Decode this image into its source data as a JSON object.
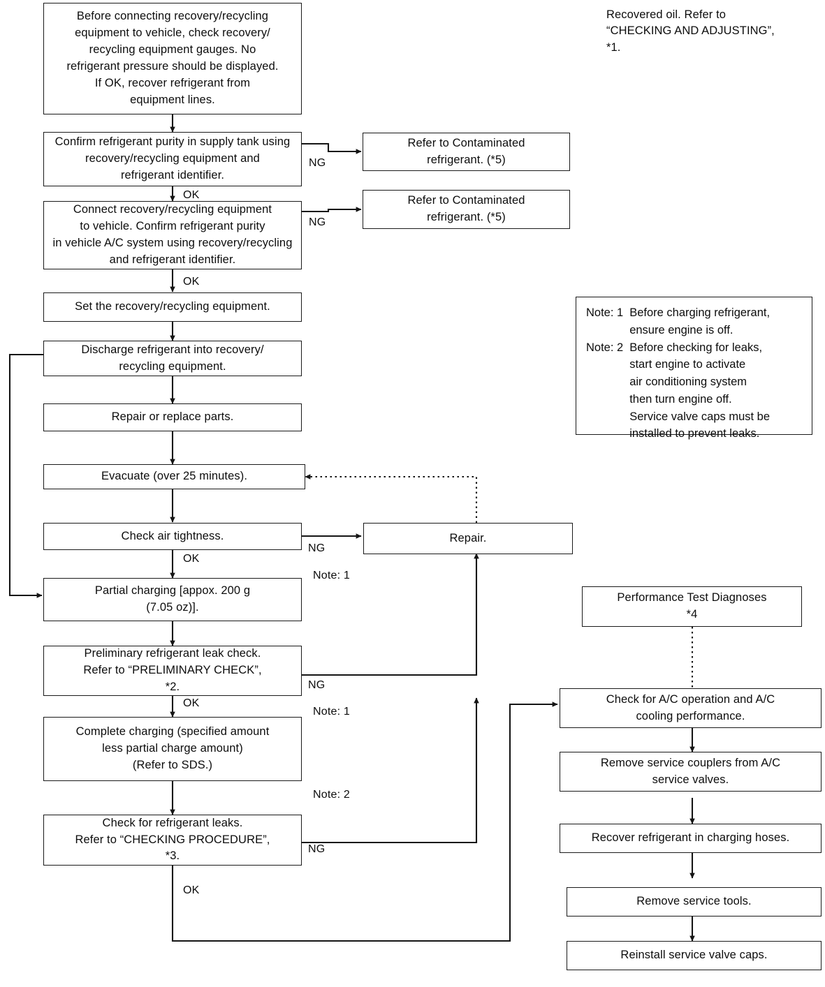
{
  "diagram": {
    "title": "A/C refrigerant recovery, evacuating and charging flow chart",
    "nodes": {
      "start_check": "Before connecting recovery/recycling\nequipment to vehicle, check recovery/\nrecycling equipment gauges. No\nrefrigerant pressure should be displayed.\nIf OK, recover refrigerant from\nequipment lines.",
      "confirm_purity_tank": "Confirm refrigerant purity in supply tank using\nrecovery/recycling equipment and\nrefrigerant identifier.",
      "contaminated_1": "Refer to Contaminated\nrefrigerant. (*5)",
      "connect_confirm_vehicle": "Connect recovery/recycling equipment\nto vehicle. Confirm refrigerant purity\nin vehicle A/C system using recovery/recycling\nand refrigerant identifier.",
      "contaminated_2": "Refer to Contaminated\nrefrigerant. (*5)",
      "set_equipment": "Set the recovery/recycling equipment.",
      "discharge": "Discharge refrigerant into recovery/\nrecycling equipment.",
      "repair_replace": "Repair or replace parts.",
      "evacuate": "Evacuate (over 25 minutes).",
      "check_air_tightness": "Check air tightness.",
      "repair": "Repair.",
      "partial_charging": "Partial charging [appox. 200 g\n(7.05 oz)].",
      "preliminary_leak_check": "Preliminary refrigerant leak check.\nRefer to “PRELIMINARY CHECK”,\n*2.",
      "complete_charging": "Complete charging (specified amount\nless partial charge amount)\n(Refer to SDS.)",
      "check_leaks": "Check for refrigerant leaks.\nRefer to “CHECKING PROCEDURE”,\n*3.",
      "performance_test": "Performance Test Diagnoses\n*4",
      "check_ac_operation": "Check for A/C operation and A/C\ncooling performance.",
      "remove_couplers": "Remove service couplers from A/C\nservice valves.",
      "recover_hoses": "Recover refrigerant in charging hoses.",
      "remove_tools": "Remove service tools.",
      "reinstall_caps": "Reinstall service valve caps."
    },
    "annotations": {
      "recovered_oil": "Recovered oil. Refer to\n“CHECKING AND ADJUSTING”,\n*1."
    },
    "notes_box": {
      "rows": [
        {
          "tag": "Note: 1",
          "body": "Before charging refrigerant,\nensure engine is off."
        },
        {
          "tag": "Note: 2",
          "body": "Before checking for leaks,\nstart engine to activate\nair conditioning system\nthen turn engine off.\nService valve caps must be\ninstalled to prevent leaks."
        }
      ]
    },
    "edge_labels": {
      "ng_purity_tank": "NG",
      "ok_purity_tank": "OK",
      "ng_vehicle_purity": "NG",
      "ok_vehicle_purity": "OK",
      "ng_air_tightness": "NG",
      "ok_air_tightness": "OK",
      "note1_air_tightness": "Note: 1",
      "ng_preliminary": "NG",
      "ok_preliminary": "OK",
      "note1_preliminary": "Note: 1",
      "note2_leaks": "Note: 2",
      "ng_leaks": "NG",
      "ok_leaks": "OK"
    }
  }
}
